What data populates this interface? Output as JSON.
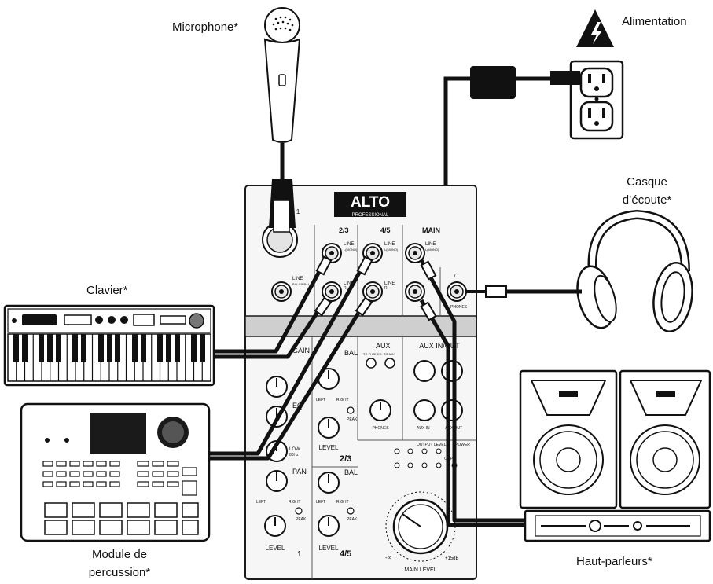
{
  "labels": {
    "microphone": "Microphone*",
    "power": "Alimentation",
    "headphones_line1": "Casque",
    "headphones_line2": "d’écoute*",
    "keyboard": "Clavier*",
    "drum_module_line1": "Module de",
    "drum_module_line2": "percussion*",
    "speakers": "Haut-parleurs*"
  },
  "mixer": {
    "brand": "ALTO",
    "brand_sub": "PROFESSIONAL",
    "mic1": "MIC 1",
    "ch23": "2/3",
    "ch45": "4/5",
    "main": "MAIN",
    "line": "LINE",
    "line_mono": "L(MONO)",
    "bal_unbal": "BAL/UNBAL",
    "r": "R",
    "phones": "PHONES",
    "gain": "GAIN",
    "eq": "EQ",
    "low": "LOW",
    "low_freq": "80Hz",
    "pan": "PAN",
    "level": "LEVEL",
    "left": "LEFT",
    "right": "RIGHT",
    "peak": "PEAK",
    "bal": "BAL",
    "aux": "AUX",
    "to_phones": "TO PHONES",
    "to_mix": "TO MIX",
    "aux_in_out": "AUX IN/OUT",
    "aux_in": "AUX IN",
    "aux_out": "AUX OUT",
    "output_level": "OUTPUT LEVEL",
    "power": "POWER",
    "clip": "CLIP",
    "main_level": "MAIN LEVEL",
    "main_min": "-∞",
    "main_max": "+15dB",
    "ch1_num": "1",
    "ch23_num": "2/3",
    "ch45_num": "4/5"
  },
  "colors": {
    "cable": "#111111",
    "outline": "#1a1a1a",
    "panel": "#f6f6f6",
    "device_dark": "#2b2b2b"
  }
}
